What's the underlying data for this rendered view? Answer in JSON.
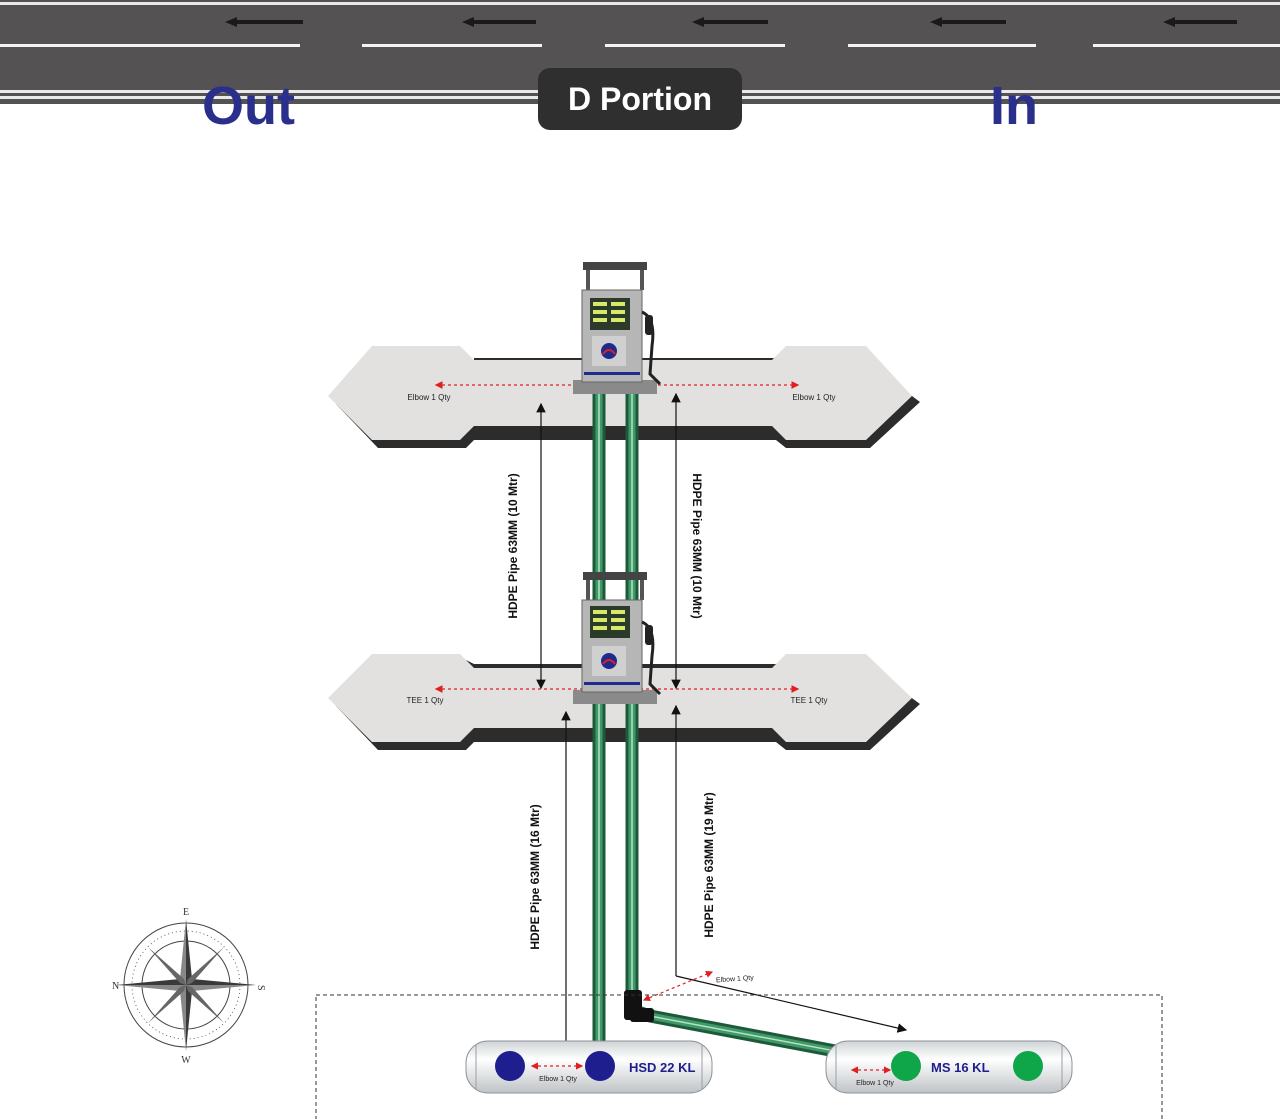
{
  "header": {
    "out_label": "Out",
    "in_label": "In",
    "portion_label": "D Portion"
  },
  "islands": [
    {
      "left_label": "Elbow 1 Qty",
      "right_label": "Elbow 1 Qty"
    },
    {
      "left_label": "TEE 1 Qty",
      "right_label": "TEE 1 Qty"
    }
  ],
  "pipes": {
    "upper_left": "HDPE Pipe 63MM (10 Mtr)",
    "upper_right": "HDPE Pipe 63MM (10 Mtr)",
    "lower_left": "HDPE Pipe 63MM (16 Mtr)",
    "lower_right": "HDPE Pipe 63MM (19 Mtr)",
    "bend_label": "Elbow 1 Qty"
  },
  "tanks": [
    {
      "label": "HSD 22 KL",
      "fitting_label": "Elbow 1 Qty",
      "dot_color": "#1f1e8f"
    },
    {
      "label": "MS 16 KL",
      "fitting_label": "Elbow 1 Qty",
      "dot_color": "#0fa64a"
    }
  ],
  "compass": {
    "n": "N",
    "e": "E",
    "s": "S",
    "w": "W"
  },
  "colors": {
    "pipe": "#2e7d52",
    "road": "#555254",
    "label": "#2a2f8c",
    "island": "#e3e1df"
  }
}
